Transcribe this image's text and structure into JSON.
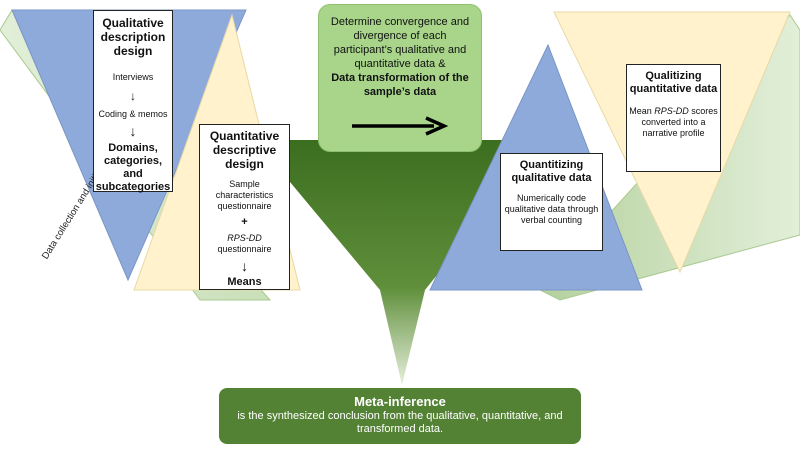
{
  "side_label": "Data collection and initial parallel data analyses",
  "qualitative_description": {
    "title": "Qualitative description design",
    "steps": [
      "Interviews",
      "Coding & memos"
    ],
    "result": "Domains, categories, and subcategories"
  },
  "quantitative_descriptive": {
    "title": "Quantitative descriptive design",
    "item_1": "Sample characteristics questionnaire",
    "plus": "+",
    "item_2_italic": "RPS-DD",
    "item_2_rest": " questionnaire",
    "result": "Means"
  },
  "convergence": {
    "text": "Determine convergence and divergence of each participant’s qualitative and quantitative data &",
    "bold_text": "Data transformation of the sample’s data"
  },
  "quantitizing": {
    "title": "Quantitizing qualitative data",
    "body": "Numerically code qualitative data through verbal counting"
  },
  "qualitizing": {
    "title": "Qualitizing quantitative data",
    "body_prefix": "Mean ",
    "body_italic": "RPS-DD",
    "body_rest": " scores converted into a narrative profile"
  },
  "meta_inference": {
    "title": "Meta-inference",
    "text": "is the synthesized conclusion from the qualitative, quantitative, and transformed data."
  },
  "colors": {
    "blue": "#8eaadb",
    "beige": "#fff2cc",
    "green_light": "#a8d58a",
    "green_dark": "#548235",
    "green_pale": "#e2efd9"
  },
  "icons": {
    "down_arrow": "↓",
    "bold_down_arrow": "🡓",
    "right_arrow": "long-right-arrow-icon"
  }
}
